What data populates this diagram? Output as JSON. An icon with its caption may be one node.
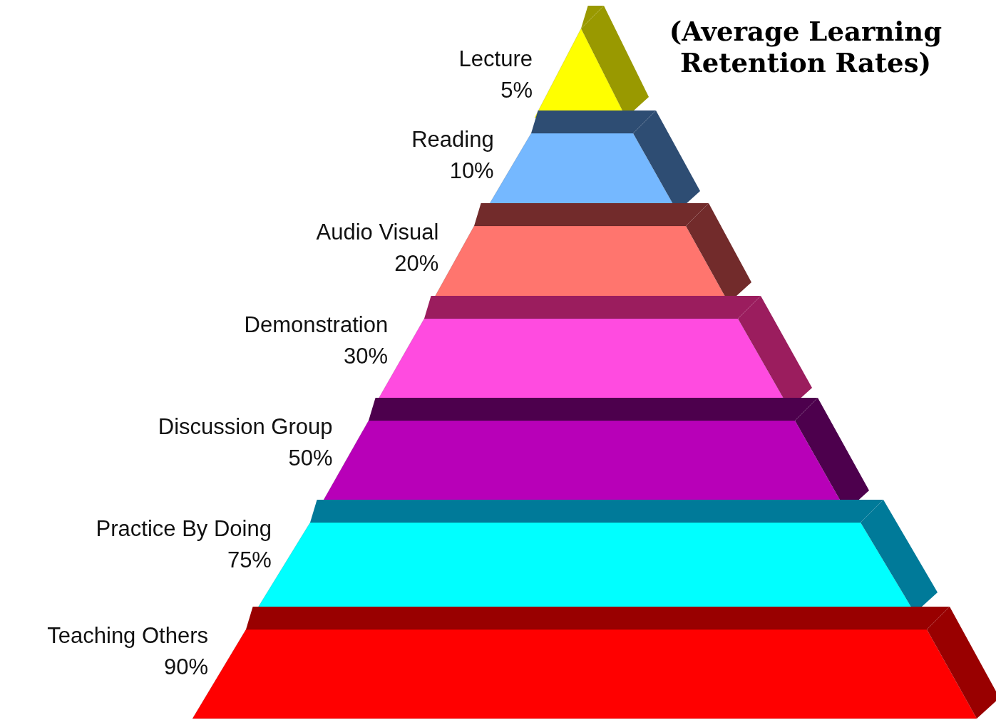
{
  "diagram": {
    "title": "(Average Learning Retention Rates)",
    "nodes": [
      {
        "text": [
          "Lecture",
          "5%"
        ]
      },
      {
        "text": [
          "Reading",
          "10%"
        ]
      },
      {
        "text": [
          "Audio Visual",
          "20%"
        ]
      },
      {
        "text": [
          "Demonstration",
          "30%"
        ]
      },
      {
        "text": [
          "Discussion Group",
          "50%"
        ]
      },
      {
        "text": [
          "Practice By Doing",
          "75%"
        ]
      },
      {
        "text": [
          "Teaching Others",
          "90%"
        ]
      }
    ]
  }
}
